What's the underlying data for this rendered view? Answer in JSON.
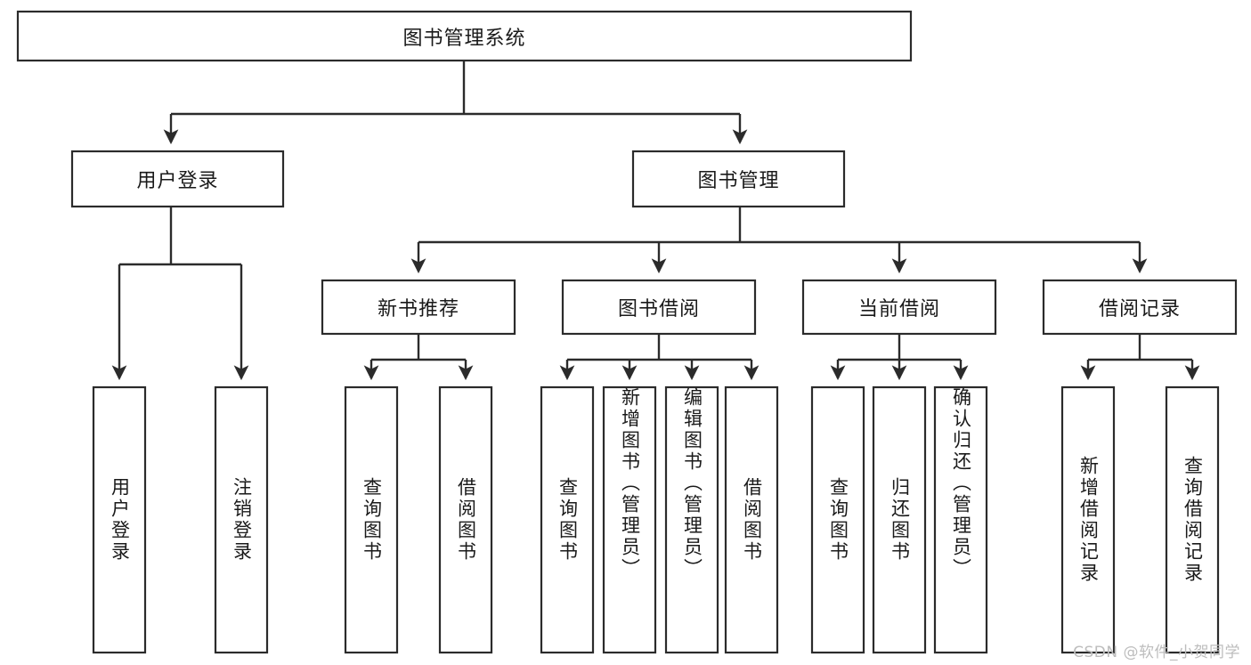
{
  "diagram": {
    "title_node": {
      "label": "图书管理系统"
    },
    "level2": [
      {
        "id": "user-login",
        "label": "用户登录"
      },
      {
        "id": "book-management",
        "label": "图书管理"
      }
    ],
    "level3": [
      {
        "id": "new-book-recommend",
        "label": "新书推荐"
      },
      {
        "id": "book-borrow",
        "label": "图书借阅"
      },
      {
        "id": "current-borrow",
        "label": "当前借阅"
      },
      {
        "id": "borrow-record",
        "label": "借阅记录"
      }
    ],
    "leaves": [
      {
        "id": "leaf-user-login",
        "label": "用户登录",
        "parent": "user-login"
      },
      {
        "id": "leaf-logout-login",
        "label": "注销登录",
        "parent": "user-login"
      },
      {
        "id": "leaf-query-book-1",
        "label": "查询图书",
        "parent": "new-book-recommend"
      },
      {
        "id": "leaf-borrow-book-1",
        "label": "借阅图书",
        "parent": "new-book-recommend"
      },
      {
        "id": "leaf-query-book-2",
        "label": "查询图书",
        "parent": "book-borrow"
      },
      {
        "id": "leaf-add-book",
        "label": "新增图书（管理员）",
        "parent": "book-borrow"
      },
      {
        "id": "leaf-edit-book",
        "label": "编辑图书（管理员）",
        "parent": "book-borrow"
      },
      {
        "id": "leaf-borrow-book-2",
        "label": "借阅图书",
        "parent": "book-borrow"
      },
      {
        "id": "leaf-query-book-3",
        "label": "查询图书",
        "parent": "current-borrow"
      },
      {
        "id": "leaf-return-book",
        "label": "归还图书",
        "parent": "current-borrow"
      },
      {
        "id": "leaf-confirm-return",
        "label": "确认归还（管理员）",
        "parent": "current-borrow"
      },
      {
        "id": "leaf-add-record",
        "label": "新增借阅记录",
        "parent": "borrow-record"
      },
      {
        "id": "leaf-query-record",
        "label": "查询借阅记录",
        "parent": "borrow-record"
      }
    ],
    "watermark": "CSDN @软件_小贺同学",
    "colors": {
      "stroke": "#2b2b2b",
      "fill": "#ffffff",
      "text": "#1a1a1a",
      "watermark": "#bdbdbd"
    }
  }
}
